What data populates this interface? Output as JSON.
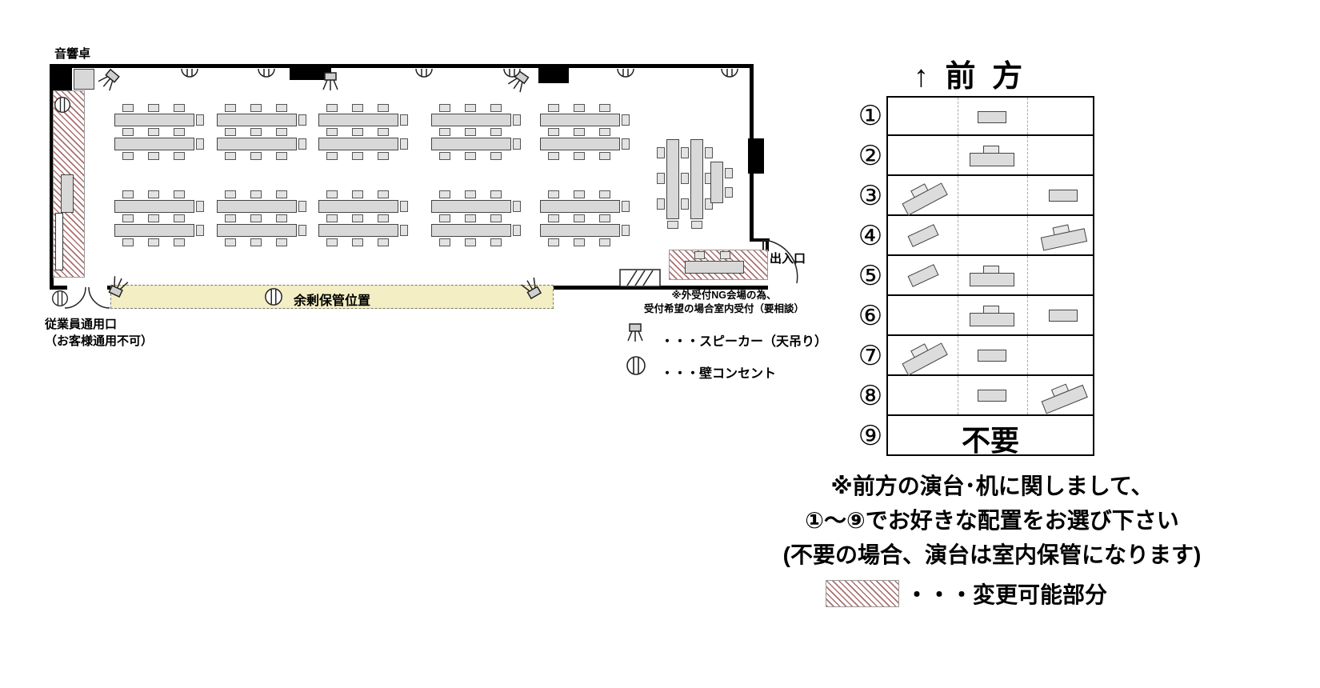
{
  "floorplan": {
    "labels": {
      "sound_console": "音響卓",
      "staff_door_line1": "従業員通用口",
      "staff_door_line2": "（お客様通用不可）",
      "entrance": "出入口",
      "storage_strip": "余剰保管位置",
      "reception_note_line1": "※外受付NG会場の為、",
      "reception_note_line2": "受付希望の場合室内受付（要相談）"
    },
    "legend": {
      "speaker": "・・・スピーカー（天吊り）",
      "outlet": "・・・壁コンセント"
    }
  },
  "options_panel": {
    "heading": "↑ 前 方",
    "rows": [
      {
        "num": "①",
        "items": [
          {
            "type": "desk",
            "pos": "center",
            "angle": 0
          }
        ]
      },
      {
        "num": "②",
        "items": [
          {
            "type": "podium",
            "pos": "center",
            "angle": 0
          }
        ]
      },
      {
        "num": "③",
        "items": [
          {
            "type": "podium",
            "pos": "left",
            "angle": -28
          },
          {
            "type": "desk",
            "pos": "right",
            "angle": 0
          }
        ]
      },
      {
        "num": "④",
        "items": [
          {
            "type": "desk",
            "pos": "left",
            "angle": -25
          },
          {
            "type": "podium",
            "pos": "right",
            "angle": -12
          }
        ]
      },
      {
        "num": "⑤",
        "items": [
          {
            "type": "desk",
            "pos": "left",
            "angle": -25
          },
          {
            "type": "podium",
            "pos": "center",
            "angle": 0
          }
        ]
      },
      {
        "num": "⑥",
        "items": [
          {
            "type": "podium",
            "pos": "center",
            "angle": 0
          },
          {
            "type": "desk",
            "pos": "right",
            "angle": 0
          }
        ]
      },
      {
        "num": "⑦",
        "items": [
          {
            "type": "podium",
            "pos": "left",
            "angle": -28
          },
          {
            "type": "desk",
            "pos": "center",
            "angle": 0
          }
        ]
      },
      {
        "num": "⑧",
        "items": [
          {
            "type": "desk",
            "pos": "center",
            "angle": 0
          },
          {
            "type": "podium",
            "pos": "right",
            "angle": -22
          }
        ]
      },
      {
        "num": "⑨",
        "text": "不要"
      }
    ],
    "notes": [
      "※前方の演台･机に関しまして、",
      "①～⑨でお好きな配置をお選び下さい",
      "(不要の場合、演台は室内保管になります)"
    ],
    "swatch_label": "・・・変更可能部分"
  },
  "colors": {
    "hatch": "#a97070",
    "strip": "#f3eec3",
    "table_fill": "#d8d8d8"
  }
}
